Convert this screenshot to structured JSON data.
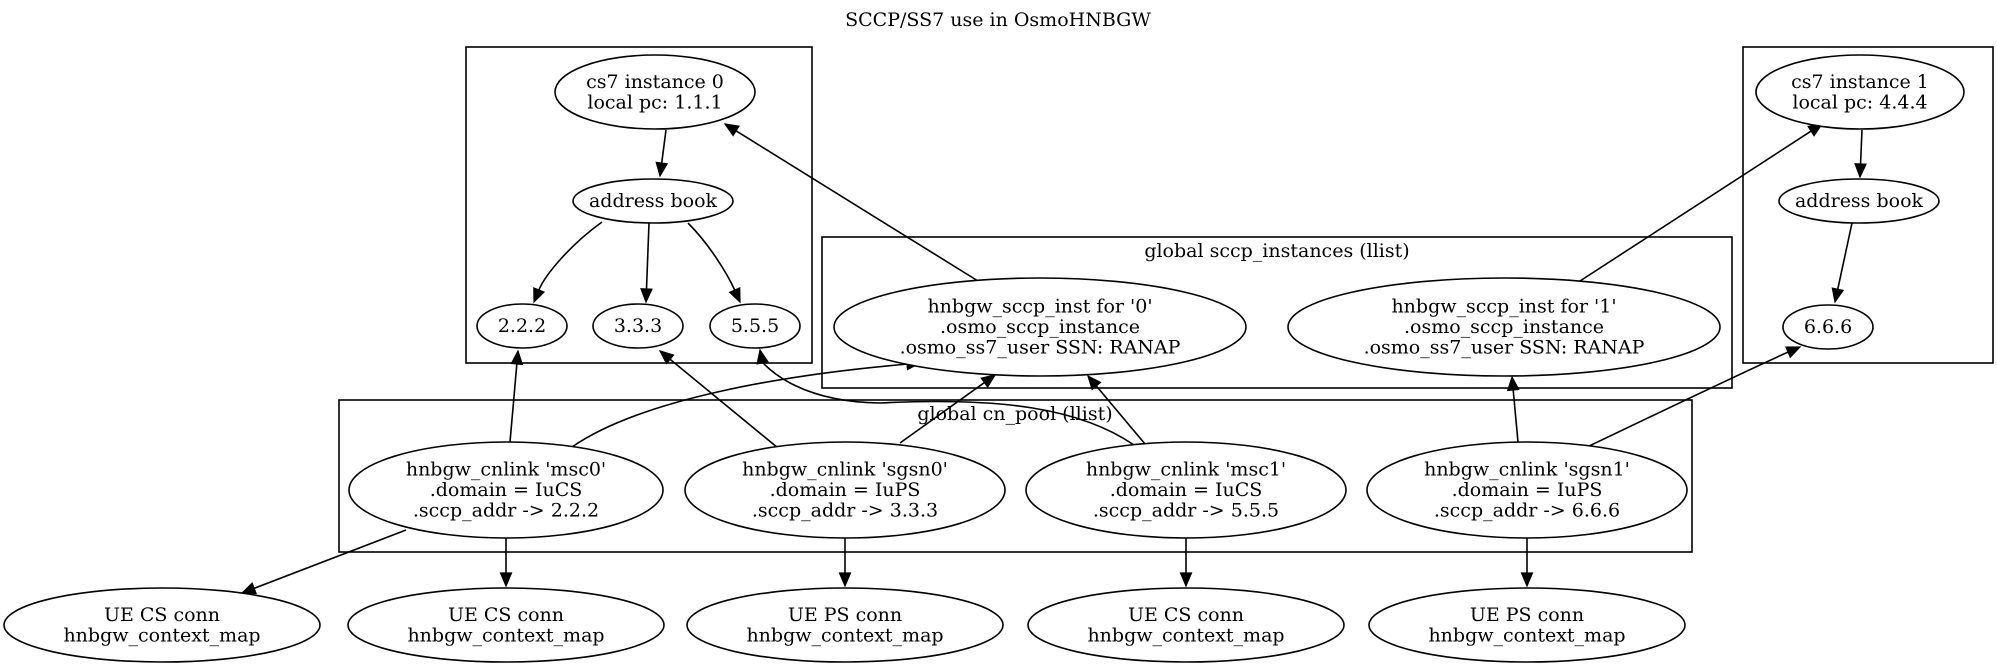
{
  "title": "SCCP/SS7 use in OsmoHNBGW",
  "clusters": {
    "cs7_0": "",
    "cs7_1": "",
    "sccp_instances": "global sccp_instances (llist)",
    "cn_pool": "global cn_pool (llist)"
  },
  "nodes": {
    "cs7_0": [
      "cs7 instance 0",
      "local pc: 1.1.1"
    ],
    "addr_book_0": [
      "address book"
    ],
    "addr_222": [
      "2.2.2"
    ],
    "addr_333": [
      "3.3.3"
    ],
    "addr_555": [
      "5.5.5"
    ],
    "cs7_1": [
      "cs7 instance 1",
      "local pc: 4.4.4"
    ],
    "addr_book_1": [
      "address book"
    ],
    "addr_666": [
      "6.6.6"
    ],
    "inst_0": [
      "hnbgw_sccp_inst for '0'",
      ".osmo_sccp_instance",
      ".osmo_ss7_user SSN: RANAP"
    ],
    "inst_1": [
      "hnbgw_sccp_inst for '1'",
      ".osmo_sccp_instance",
      ".osmo_ss7_user SSN: RANAP"
    ],
    "msc0": [
      "hnbgw_cnlink 'msc0'",
      ".domain = IuCS",
      ".sccp_addr -> 2.2.2"
    ],
    "sgsn0": [
      "hnbgw_cnlink 'sgsn0'",
      ".domain = IuPS",
      ".sccp_addr -> 3.3.3"
    ],
    "msc1": [
      "hnbgw_cnlink 'msc1'",
      ".domain = IuCS",
      ".sccp_addr -> 5.5.5"
    ],
    "sgsn1": [
      "hnbgw_cnlink 'sgsn1'",
      ".domain = IuPS",
      ".sccp_addr -> 6.6.6"
    ],
    "ue_cs_a": [
      "UE CS conn",
      "hnbgw_context_map"
    ],
    "ue_cs_b": [
      "UE CS conn",
      "hnbgw_context_map"
    ],
    "ue_ps_a": [
      "UE PS conn",
      "hnbgw_context_map"
    ],
    "ue_cs_c": [
      "UE CS conn",
      "hnbgw_context_map"
    ],
    "ue_ps_b": [
      "UE PS conn",
      "hnbgw_context_map"
    ]
  },
  "edges": [
    {
      "from": "cs7_0",
      "to": "addr_book_0"
    },
    {
      "from": "addr_book_0",
      "to": "addr_222"
    },
    {
      "from": "addr_book_0",
      "to": "addr_333"
    },
    {
      "from": "addr_book_0",
      "to": "addr_555"
    },
    {
      "from": "cs7_1",
      "to": "addr_book_1"
    },
    {
      "from": "addr_book_1",
      "to": "addr_666"
    },
    {
      "from": "inst_0",
      "to": "cs7_0"
    },
    {
      "from": "inst_1",
      "to": "cs7_1"
    },
    {
      "from": "msc0",
      "to": "addr_222"
    },
    {
      "from": "msc0",
      "to": "inst_0"
    },
    {
      "from": "sgsn0",
      "to": "addr_333"
    },
    {
      "from": "sgsn0",
      "to": "inst_0"
    },
    {
      "from": "msc1",
      "to": "addr_555"
    },
    {
      "from": "msc1",
      "to": "inst_0"
    },
    {
      "from": "sgsn1",
      "to": "inst_1"
    },
    {
      "from": "sgsn1",
      "to": "addr_666"
    },
    {
      "from": "msc0",
      "to": "ue_cs_a"
    },
    {
      "from": "msc0",
      "to": "ue_cs_b"
    },
    {
      "from": "sgsn0",
      "to": "ue_ps_a"
    },
    {
      "from": "msc1",
      "to": "ue_cs_c"
    },
    {
      "from": "sgsn1",
      "to": "ue_ps_b"
    }
  ]
}
